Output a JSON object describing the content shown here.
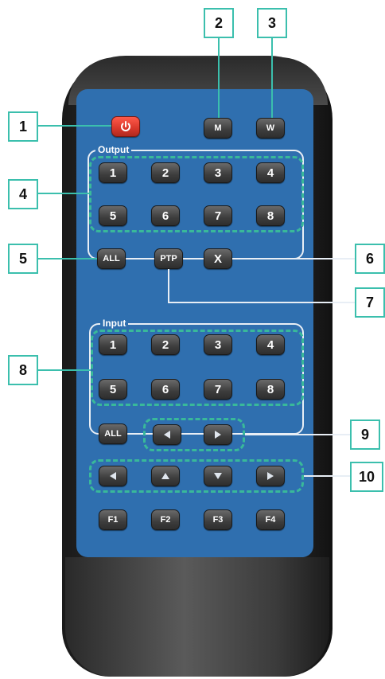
{
  "callouts": [
    "1",
    "2",
    "3",
    "4",
    "5",
    "6",
    "7",
    "8",
    "9",
    "10"
  ],
  "top_buttons": {
    "power_icon": "power-icon",
    "m_label": "M",
    "w_label": "W"
  },
  "output": {
    "label": "Output",
    "buttons": [
      "1",
      "2",
      "3",
      "4",
      "5",
      "6",
      "7",
      "8"
    ],
    "all_label": "ALL",
    "ptp_label": "PTP",
    "x_label": "X"
  },
  "input": {
    "label": "Input",
    "buttons": [
      "1",
      "2",
      "3",
      "4",
      "5",
      "6",
      "7",
      "8"
    ],
    "all_label": "ALL"
  },
  "nav_pair_icons": [
    "left-arrow-icon",
    "right-arrow-icon"
  ],
  "dpad_icons": [
    "left-arrow-icon",
    "up-arrow-icon",
    "down-arrow-icon",
    "right-arrow-icon"
  ],
  "function_buttons": [
    "F1",
    "F2",
    "F3",
    "F4"
  ],
  "colors": {
    "panel": "#2f6faf",
    "power": "#d8372a",
    "callout_border": "#3bbfad",
    "dash": "#39b99a"
  }
}
